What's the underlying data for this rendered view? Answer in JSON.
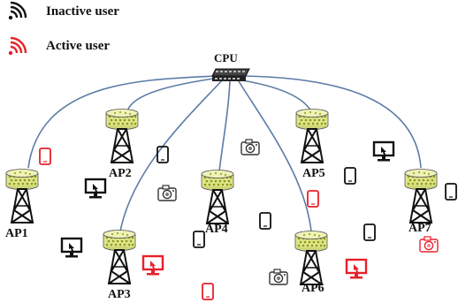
{
  "legend": {
    "inactive_label": "Inactive user",
    "active_label": "Active user"
  },
  "cpu": {
    "label": "CPU"
  },
  "access_points": [
    "AP1",
    "AP2",
    "AP3",
    "AP4",
    "AP5",
    "AP6",
    "AP7"
  ],
  "colors": {
    "link": "#5b7ba6",
    "active_user": "#e8202a",
    "inactive_user": "#111111",
    "antenna_fill": "#dfe58a",
    "antenna_dot": "#9aa820",
    "tower": "#111111"
  },
  "icons": {
    "wifi": "wifi-icon",
    "tablet": "tablet-icon",
    "camera": "camera-icon",
    "monitor": "monitor-icon",
    "switch": "network-switch-icon",
    "tower": "antenna-tower-icon"
  }
}
